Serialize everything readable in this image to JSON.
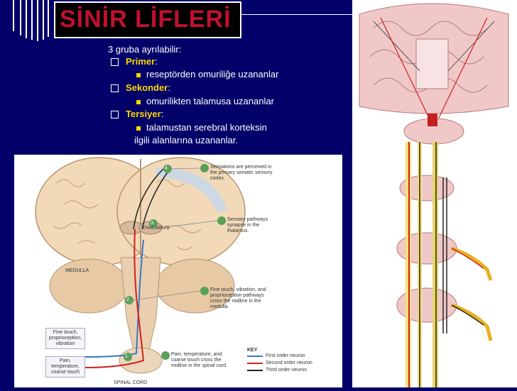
{
  "slide": {
    "title": "SİNİR LİFLERİ",
    "intro": "3 gruba ayrılabilir:",
    "items": [
      {
        "term": "Primer",
        "suffix": ":",
        "detail": "reseptörden omuriliğe uzananlar"
      },
      {
        "term": "Sekonder",
        "suffix": ":",
        "detail": "omurilikten talamusa uzananlar"
      },
      {
        "term": "Tersiyer",
        "suffix": ":",
        "detail": "talamustan serebral korteksin",
        "detail2": "ilgili alanlarına uzananlar."
      }
    ]
  },
  "figure_left": {
    "labels": {
      "medulla": "MEDULLA",
      "thalamus": "THALAMUS",
      "spinal_cord": "SPINAL CORD",
      "input1": "Fine touch, proprioception, vibration",
      "input2": "Pain, temperature, coarse touch",
      "note4": "Sensations are perceived in the primary somatic sensory cortex.",
      "note3": "Sensory pathways synapse in the thalamus.",
      "note2": "Fine touch, vibration, and proprioception pathways cross the midline in the medulla.",
      "note1": "Pain, temperature, and coarse touch cross the midline in the spinal cord.",
      "key_title": "KEY",
      "key1": "First order neuron",
      "key2": "Second order neuron",
      "key3": "Third order neuron",
      "n1": "1",
      "n2": "2",
      "n3": "3",
      "n4": "4"
    }
  },
  "colors": {
    "background": "#010169",
    "title": "#c2102e",
    "term": "#ffd700",
    "first_neuron": "#3a78c8",
    "second_neuron": "#d22020",
    "third_neuron": "#222222"
  }
}
